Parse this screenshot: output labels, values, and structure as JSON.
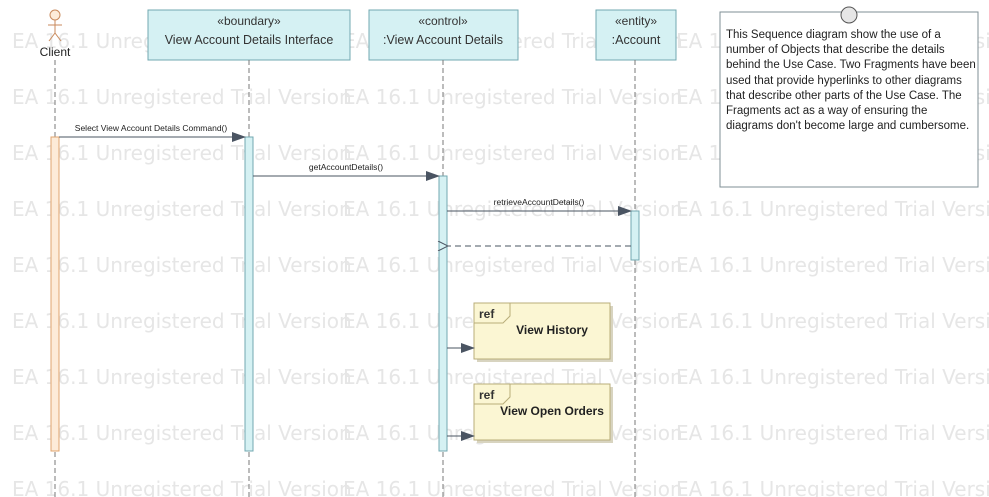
{
  "watermark": "EA 16.1 Unregistered Trial Version",
  "actor": {
    "name": "Client"
  },
  "lifelines": [
    {
      "stereotype": "«boundary»",
      "name": "View Account Details Interface"
    },
    {
      "stereotype": "«control»",
      "name": ":View Account Details"
    },
    {
      "stereotype": "«entity»",
      "name": ":Account"
    }
  ],
  "messages": [
    {
      "label": "Select View Account Details Command()"
    },
    {
      "label": "getAccountDetails()"
    },
    {
      "label": "retrieveAccountDetails()"
    }
  ],
  "fragments": [
    {
      "tag": "ref",
      "title": "View History"
    },
    {
      "tag": "ref",
      "title": "View Open Orders"
    }
  ],
  "note": {
    "text": "This Sequence diagram show the use of a number of Objects that describe the details behind the Use Case. Two Fragments have been used that provide hyperlinks to other diagrams that describe other parts of the Use Case. The Fragments act as a way of ensuring the diagrams don't become large and cumbersome."
  },
  "colors": {
    "lifeline_fill": "#d5f1f3",
    "lifeline_border": "#72a8b0",
    "actor_bar_fill": "#fdebd8",
    "actor_bar_border": "#e0a46f",
    "fragment_fill": "#fbf6d3",
    "fragment_border": "#b8ad7a",
    "arrow": "#4a5462",
    "lifeline_dash": "#7a7a7a"
  }
}
